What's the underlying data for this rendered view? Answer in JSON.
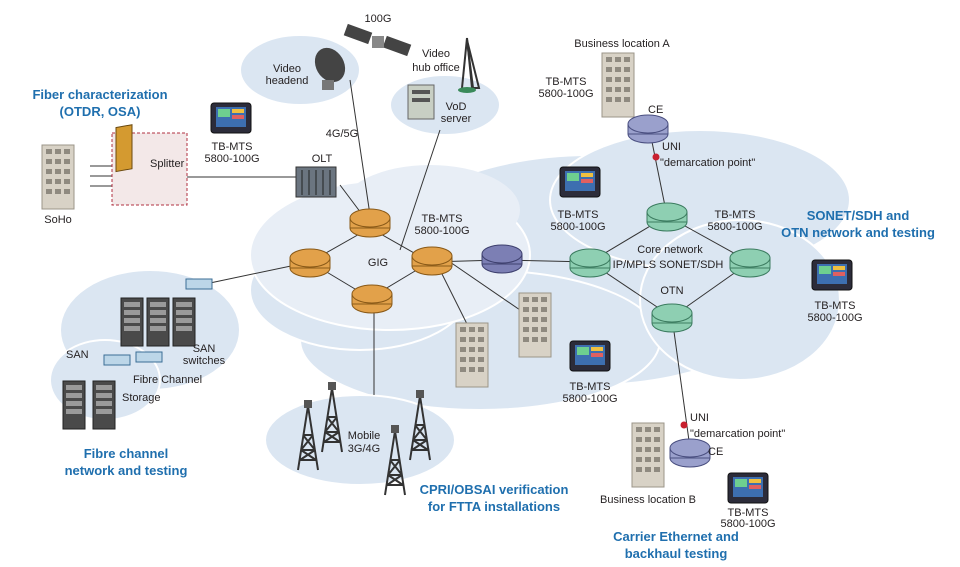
{
  "colors": {
    "heading": "#1f6fae",
    "cloud": "#dbe6f2",
    "router_orange": "#e2a14a",
    "router_green": "#8ecfb2",
    "router_purple": "#7c7fb4",
    "router_lilac": "#9aa0cc",
    "demarcation_dot": "#c8202f"
  },
  "headings": {
    "fiber_line1": "Fiber characterization",
    "fiber_line2": "(OTDR, OSA)",
    "sonet_line1": "SONET/SDH and",
    "sonet_line2": "OTN network and testing",
    "fc_line1": "Fibre channel",
    "fc_line2": "network and testing",
    "cpri_line1": "CPRI/OBSAI verification",
    "cpri_line2": "for FTTA installations",
    "ce_line1": "Carrier Ethernet and",
    "ce_line2": "backhaul testing"
  },
  "labels": {
    "soho": "SoHo",
    "splitter": "Splitter",
    "olt": "OLT",
    "satellite": "100G",
    "video_headend_1": "Video",
    "video_headend_2": "headend",
    "video_hub_1": "Video",
    "video_hub_2": "hub office",
    "vod_1": "VoD",
    "vod_2": "server",
    "link_4g5g": "4G/5G",
    "gig": "GIG",
    "core_1": "Core network",
    "core_2": "IP/MPLS SONET/SDH",
    "otn": "OTN",
    "uni_top": "UNI",
    "demarc_top": "\"demarcation point\"",
    "uni_bottom": "UNI",
    "demarc_bottom": "\"demarcation point\"",
    "ce_top": "CE",
    "ce_bottom": "CE",
    "biz_a": "Business location A",
    "biz_b": "Business location B",
    "san": "SAN",
    "san_switches_1": "SAN",
    "san_switches_2": "switches",
    "fibre_channel": "Fibre Channel",
    "storage": "Storage",
    "mobile_1": "Mobile",
    "mobile_2": "3G/4G"
  },
  "testers": [
    {
      "line1": "TB-MTS",
      "line2": "5800-100G"
    },
    {
      "line1": "TB-MTS",
      "line2": "5800-100G"
    },
    {
      "line1": "TB-MTS",
      "line2": "5800-100G"
    },
    {
      "line1": "TB-MTS",
      "line2": "5800-100G"
    },
    {
      "line1": "TB-MTS",
      "line2": "5800-100G"
    },
    {
      "line1": "TB-MTS",
      "line2": "5800-100G"
    },
    {
      "line1": "TB-MTS",
      "line2": "5800-100G"
    },
    {
      "line1": "TB-MTS",
      "line2": "5800-100G"
    }
  ]
}
